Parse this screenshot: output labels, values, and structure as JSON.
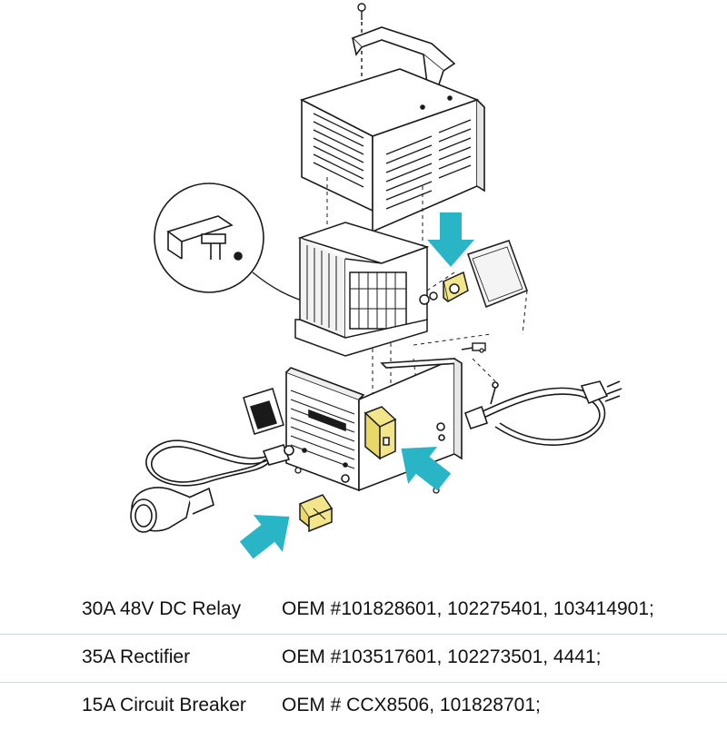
{
  "colors": {
    "arrow": "#2ab5c6",
    "highlight": "#f2e58a",
    "line": "#1a1a1a",
    "divider": "#c9dbe6"
  },
  "parts": [
    {
      "name": "30A 48V DC Relay",
      "oem": "OEM #101828601, 102275401, 103414901;"
    },
    {
      "name": "35A Rectifier",
      "oem": "OEM #103517601, 102273501, 4441;"
    },
    {
      "name": "15A Circuit Breaker",
      "oem": "OEM # CCX8506, 101828701;"
    }
  ]
}
